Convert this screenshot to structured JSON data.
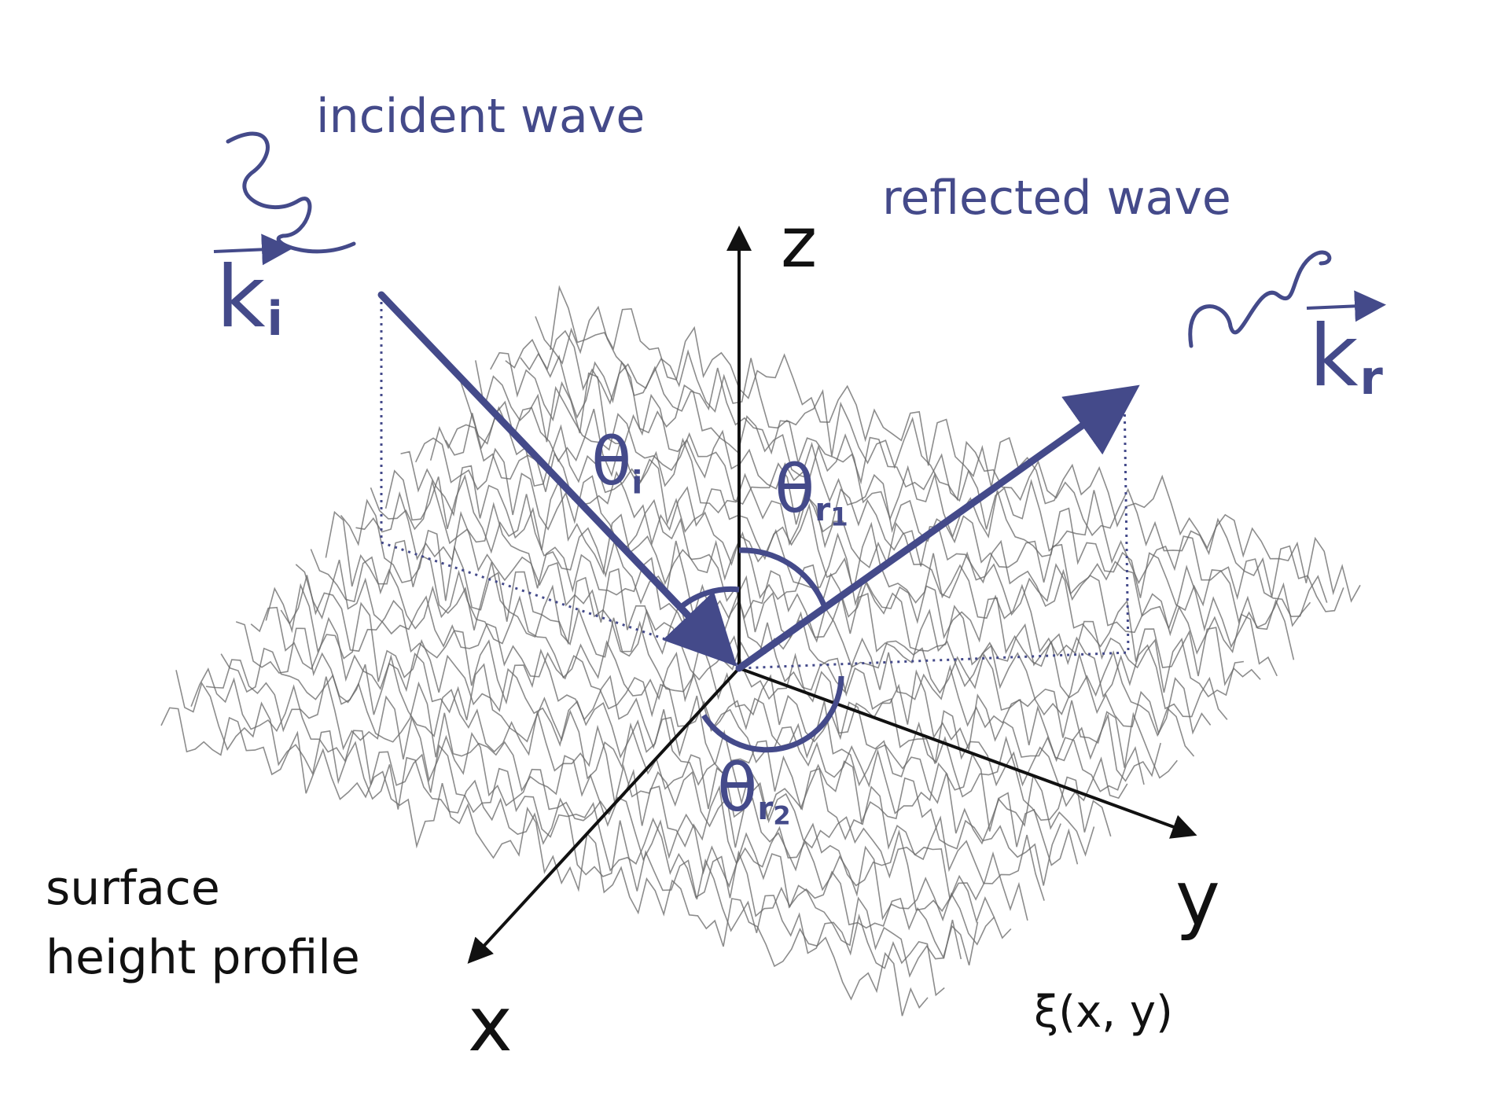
{
  "labels": {
    "incident": "incident wave",
    "reflected": "reflected wave",
    "surface_line1": "surface",
    "surface_line2": "height profile",
    "profile_fn": "ξ(x, y)"
  },
  "axes": {
    "x": "x",
    "y": "y",
    "z": "z"
  },
  "vectors": {
    "ki": {
      "base": "k",
      "sub": "i"
    },
    "kr": {
      "base": "k",
      "sub": "r"
    }
  },
  "angles": {
    "theta_i": {
      "symbol": "θ",
      "sub": "i"
    },
    "theta_r1": {
      "symbol": "θ",
      "sub": "r",
      "subsub": "1"
    },
    "theta_r2": {
      "symbol": "θ",
      "sub": "r",
      "subsub": "2"
    }
  },
  "colors": {
    "beam": "#444a8a",
    "axis": "#111111",
    "surface": "#666666"
  },
  "icons": {
    "wave": "wavy-line-icon",
    "arrow": "arrowhead-icon"
  }
}
